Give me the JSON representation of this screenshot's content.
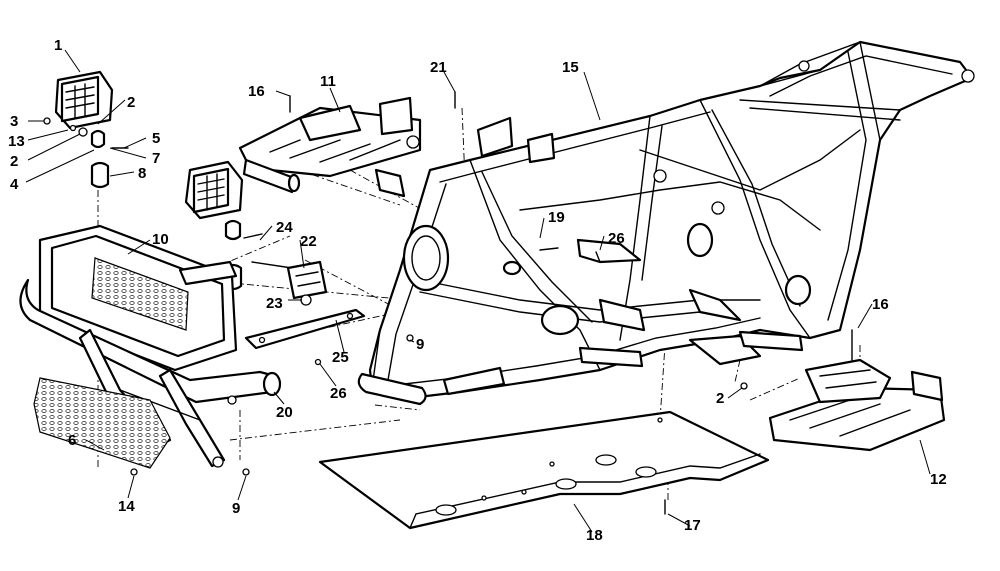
{
  "callouts": {
    "c1": "1",
    "c3": "3",
    "c2a": "2",
    "c13": "13",
    "c2b": "2",
    "c4": "4",
    "c5": "5",
    "c7": "7",
    "c8": "8",
    "c10": "10",
    "c16a": "16",
    "c11": "11",
    "c24": "24",
    "c22": "22",
    "c23": "23",
    "c25": "25",
    "c26a": "26",
    "c20": "20",
    "c6": "6",
    "c14": "14",
    "c9a": "9",
    "c21": "21",
    "c15": "15",
    "c19": "19",
    "c26b": "26",
    "c9b": "9",
    "c16b": "16",
    "c2c": "2",
    "c12": "12",
    "c17": "17",
    "c18": "18"
  }
}
